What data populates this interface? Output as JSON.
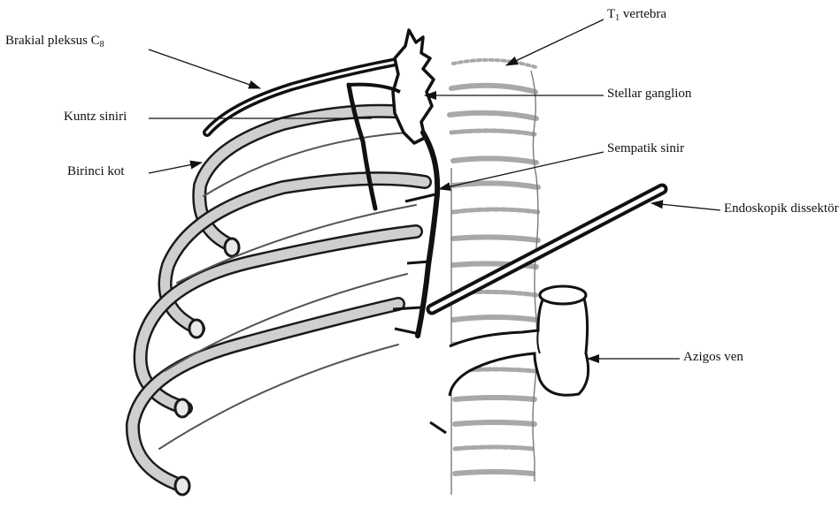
{
  "labels": {
    "brakial": {
      "text": "Brakial pleksus C",
      "sub": "8"
    },
    "t1": {
      "pre": "T",
      "sub": "1",
      "text": " vertebra"
    },
    "stellar": "Stellar ganglion",
    "kuntz": "Kuntz siniri",
    "birinci": "Birinci kot",
    "sempatik": "Sempatik sinir",
    "endoskopik": "Endoskopik dissektör",
    "azigos": "Azigos ven"
  },
  "colors": {
    "ink": "#111111",
    "rib_outline": "#1a1a1a",
    "rib_shade": "#9a9a9a",
    "spine_shade": "#a8a8a8"
  }
}
